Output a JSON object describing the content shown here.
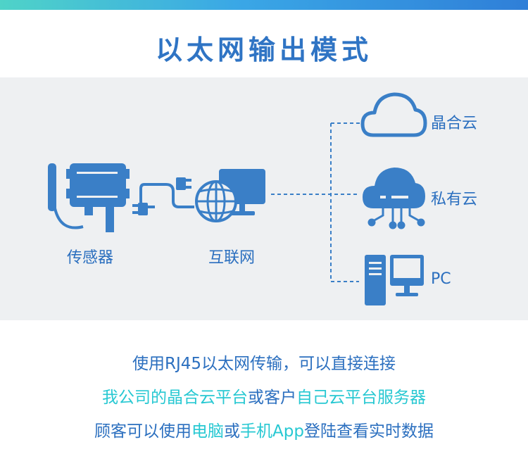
{
  "title": "以太网输出模式",
  "nodes": {
    "sensor": "传感器",
    "internet": "互联网",
    "cloud1": "晶合云",
    "cloud2": "私有云",
    "pc": "PC"
  },
  "desc": {
    "line1": "使用RJ45以太网传输，可以直接连接",
    "line2": {
      "a": "我公司的晶合云平台",
      "b": "或客户",
      "c": "自己云平台服务器"
    },
    "line3": {
      "a": "顾客可以使用",
      "b": "电脑",
      "c": "或",
      "d": "手机App",
      "e": "登陆查看实时数据"
    }
  },
  "colors": {
    "blue": "#2f74c4",
    "cyan": "#27c8d2",
    "panel": "#eef0f2"
  }
}
